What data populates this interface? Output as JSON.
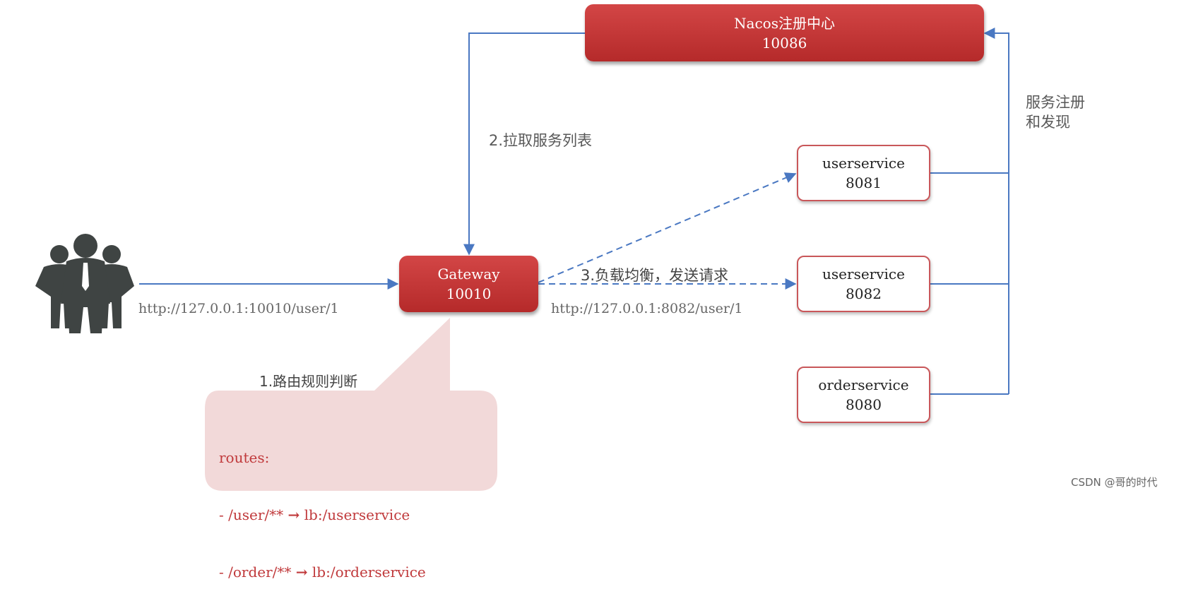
{
  "nodes": {
    "nacos": {
      "name": "Nacos注册中心",
      "port": "10086"
    },
    "gateway": {
      "name": "Gateway",
      "port": "10010"
    },
    "userservice_1": {
      "name": "userservice",
      "port": "8081"
    },
    "userservice_2": {
      "name": "userservice",
      "port": "8082"
    },
    "orderservice": {
      "name": "orderservice",
      "port": "8080"
    }
  },
  "labels": {
    "pull_service_list": "2.拉取服务列表",
    "register_discover_line1": "服务注册",
    "register_discover_line2": "和发现",
    "load_balance": "3.负载均衡，发送请求",
    "client_url": "http://127.0.0.1:10010/user/1",
    "service_url": "http://127.0.0.1:8082/user/1",
    "route_judge": "1.路由规则判断"
  },
  "routes": {
    "header": "routes:",
    "rules": [
      {
        "prefix": "- /user/**",
        "arrow": "→",
        "target": "lb:/userservice"
      },
      {
        "prefix": "- /order/**",
        "arrow": "→",
        "target": "lb:/orderservice"
      }
    ]
  },
  "watermark": "CSDN @哥的时代",
  "colors": {
    "arrow_blue": "#4a78c2",
    "node_red": "#c23434",
    "service_border": "#c9575a",
    "callout_pink": "#f2d9d9",
    "routes_text": "#c0393b",
    "users_icon": "#3f4443"
  },
  "icons": {
    "users": "users-group-icon"
  }
}
